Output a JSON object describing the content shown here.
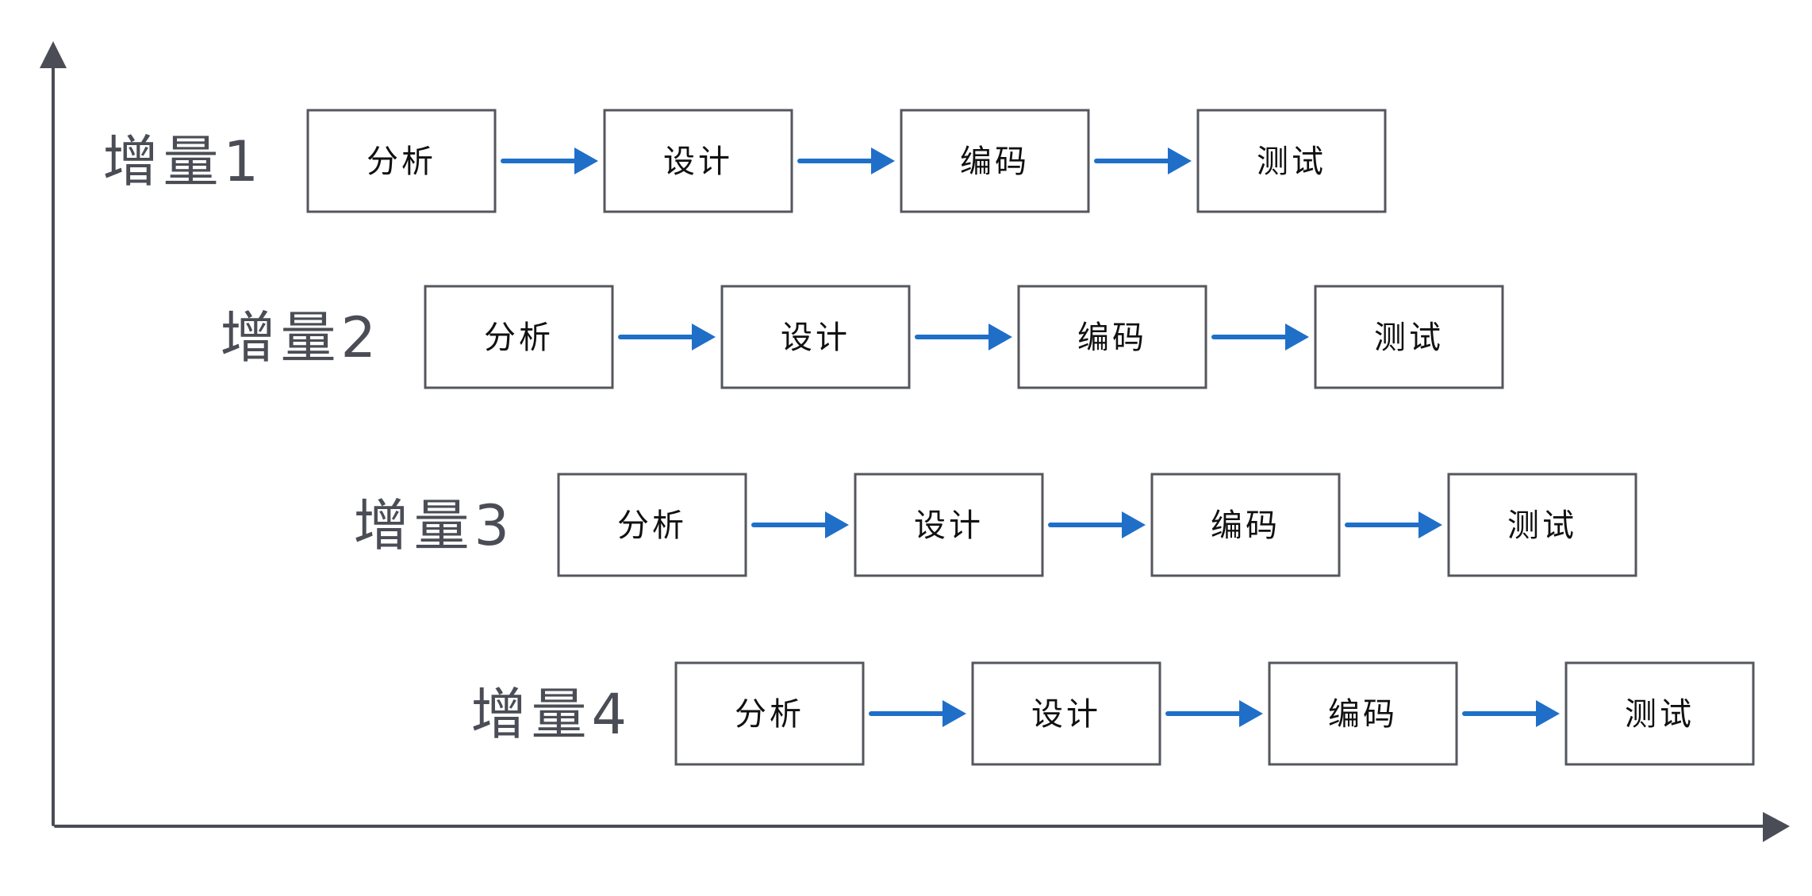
{
  "colors": {
    "axis": "#4a4d55",
    "box_border": "#54575e",
    "arrow": "#1f6fc8",
    "label_text": "#4a4d55",
    "stage_text": "#111111"
  },
  "increments": [
    {
      "label": "增量1",
      "stages": [
        "分析",
        "设计",
        "编码",
        "测试"
      ]
    },
    {
      "label": "增量2",
      "stages": [
        "分析",
        "设计",
        "编码",
        "测试"
      ]
    },
    {
      "label": "增量3",
      "stages": [
        "分析",
        "设计",
        "编码",
        "测试"
      ]
    },
    {
      "label": "增量4",
      "stages": [
        "分析",
        "设计",
        "编码",
        "测试"
      ]
    }
  ]
}
